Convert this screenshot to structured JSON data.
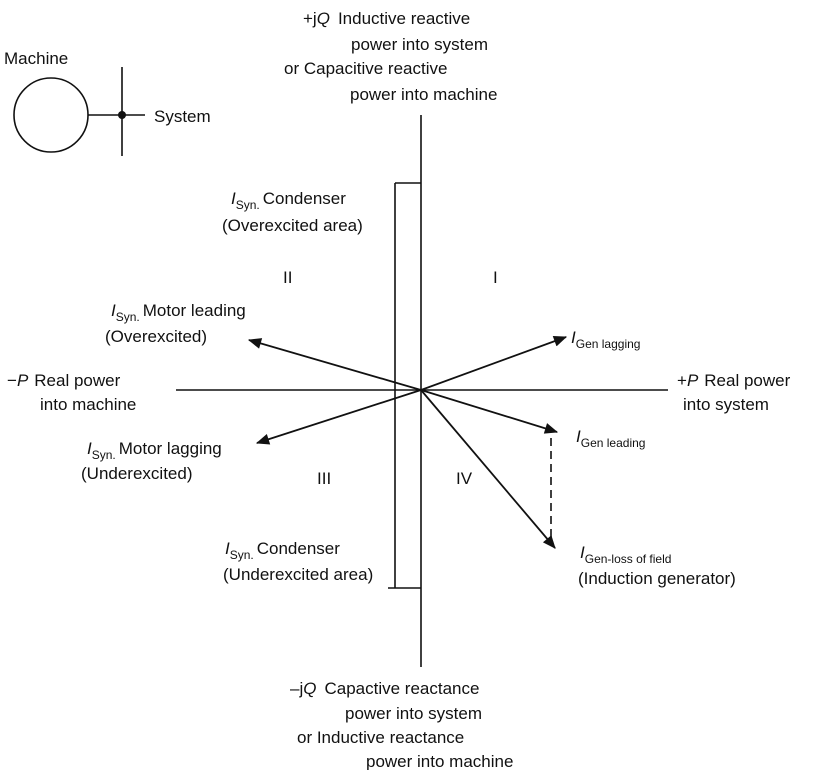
{
  "inset": {
    "machine": "Machine",
    "system": "System"
  },
  "axes": {
    "top": {
      "sign": "+j",
      "var": "Q",
      "line1": "Inductive reactive",
      "line2": "power into system",
      "line3": "or Capacitive reactive",
      "line4": "power into machine"
    },
    "bottom": {
      "sign": "–j",
      "var": "Q",
      "line1": "Capactive reactance",
      "line2": "power into system",
      "line3": "or Inductive reactance",
      "line4": "power into machine"
    },
    "left": {
      "sign": "−",
      "var": "P",
      "line1": "Real power",
      "line2": "into machine"
    },
    "right": {
      "sign": "+",
      "var": "P",
      "line1": "Real power",
      "line2": "into system"
    }
  },
  "quadrants": {
    "q1": "I",
    "q2": "II",
    "q3": "III",
    "q4": "IV"
  },
  "labels": {
    "condenser_over": {
      "i": "I",
      "sub": "Syn.",
      "main": "Condenser",
      "line2": "(Overexcited area)"
    },
    "condenser_under": {
      "i": "I",
      "sub": "Syn.",
      "main": "Condenser",
      "line2": "(Underexcited area)"
    },
    "motor_leading": {
      "i": "I",
      "sub": "Syn.",
      "main": "Motor leading",
      "line2": "(Overexcited)"
    },
    "motor_lagging": {
      "i": "I",
      "sub": "Syn.",
      "main": "Motor lagging",
      "line2": "(Underexcited)"
    },
    "gen_lagging": {
      "i": "I",
      "sub": "Gen lagging"
    },
    "gen_leading": {
      "i": "I",
      "sub": "Gen leading"
    },
    "gen_loss": {
      "i": "I",
      "sub": "Gen-loss of field",
      "line2": "(Induction generator)"
    }
  }
}
